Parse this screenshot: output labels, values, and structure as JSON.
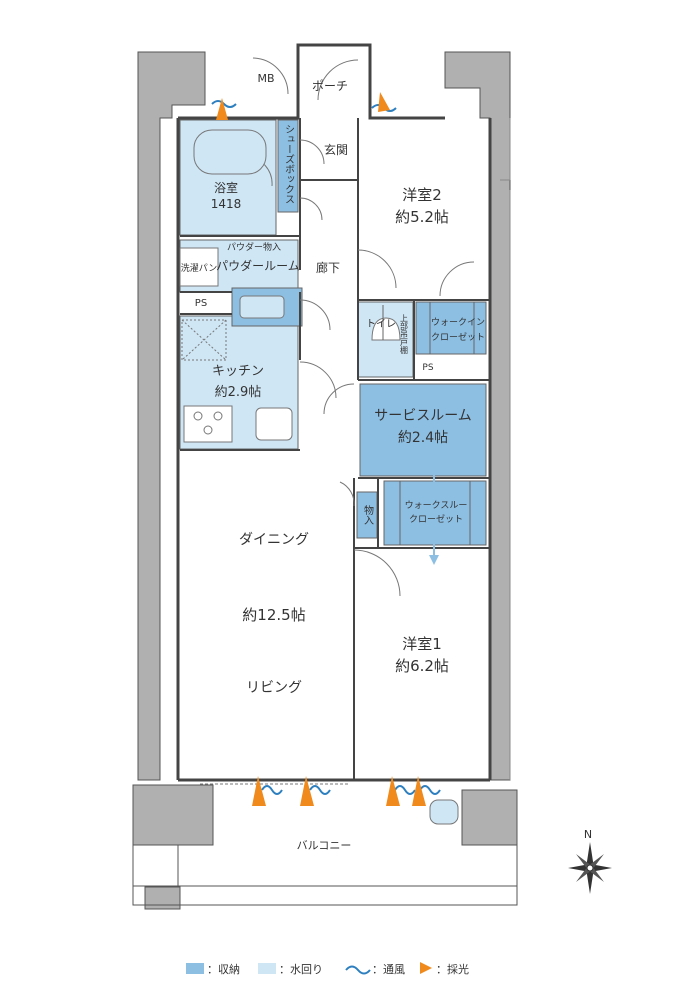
{
  "colors": {
    "storage": "#8dbfe3",
    "wet_area": "#cfe6f5",
    "wall": "#9e9e9e",
    "wind": "#2d7fbf",
    "light": "#f08a1c"
  },
  "rooms": {
    "mb": "MB",
    "porch": "ポーチ",
    "entrance": "玄関",
    "shoe_box": "シューズボックス",
    "bath": "浴室",
    "bath_size": "1418",
    "powder_storage": "パウダー物入",
    "laundry_pan": "洗濯パン",
    "powder_room": "パウダールーム",
    "ps_left": "PS",
    "kitchen": "キッチン",
    "kitchen_size": "約2.9帖",
    "hallway": "廊下",
    "western2": "洋室2",
    "western2_size": "約5.2帖",
    "toilet": "トイレ",
    "upper_cabinet": "上部吊戸棚",
    "ps_right": "PS",
    "walkin_closet": [
      "ウォークイン",
      "クローゼット"
    ],
    "service_room": "サービスルーム",
    "service_room_size": "約2.4帖",
    "storage_small": "物入",
    "walkthrough_closet": [
      "ウォークスルー",
      "クローゼット"
    ],
    "dining": "ダイニング",
    "living_size": "約12.5帖",
    "living": "リビング",
    "western1": "洋室1",
    "western1_size": "約6.2帖",
    "balcony": "バルコニー"
  },
  "compass": {
    "north": "N"
  },
  "legend": [
    {
      "label": "：収納",
      "icon": "storage-swatch"
    },
    {
      "label": "：水回り",
      "icon": "wet-area-swatch"
    },
    {
      "label": "：通風",
      "icon": "wind-wave-icon"
    },
    {
      "label": "：採光",
      "icon": "light-arrow-icon"
    }
  ]
}
